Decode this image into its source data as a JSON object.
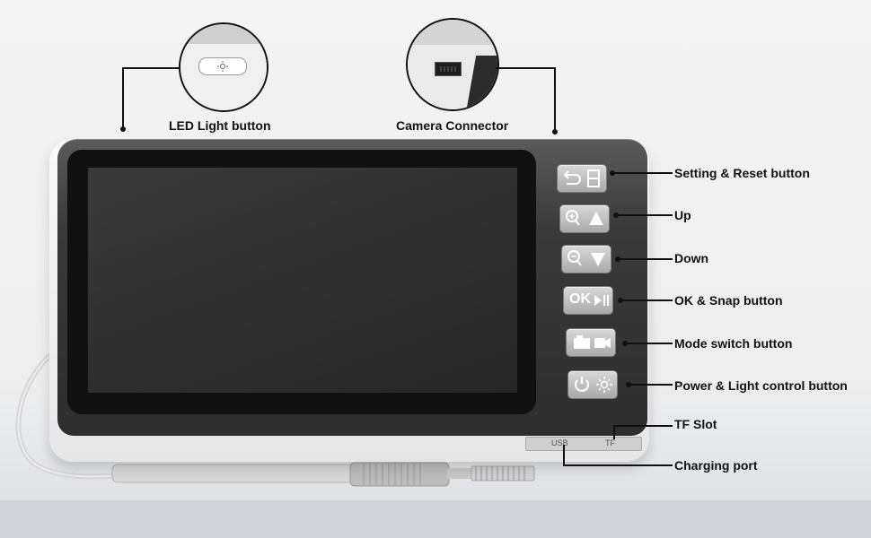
{
  "callouts": {
    "led_light_button": "LED Light button",
    "camera_connector": "Camera Connector"
  },
  "side_labels": [
    "Setting & Reset button",
    "Up",
    "Down",
    "OK & Snap button",
    "Mode switch button",
    "Power & Light control button",
    "TF Slot",
    "Charging port"
  ],
  "buttons": {
    "ok_text": "OK"
  },
  "port_labels": {
    "usb": "USB",
    "tf": "TF"
  },
  "icons": [
    "back-icon",
    "sd-card-icon",
    "zoom-in-icon",
    "up-triangle-icon",
    "zoom-out-icon",
    "down-triangle-icon",
    "play-pause-icon",
    "photo-icon",
    "video-camera-icon",
    "power-icon",
    "light-icon",
    "led-icon",
    "camera-port-icon"
  ]
}
